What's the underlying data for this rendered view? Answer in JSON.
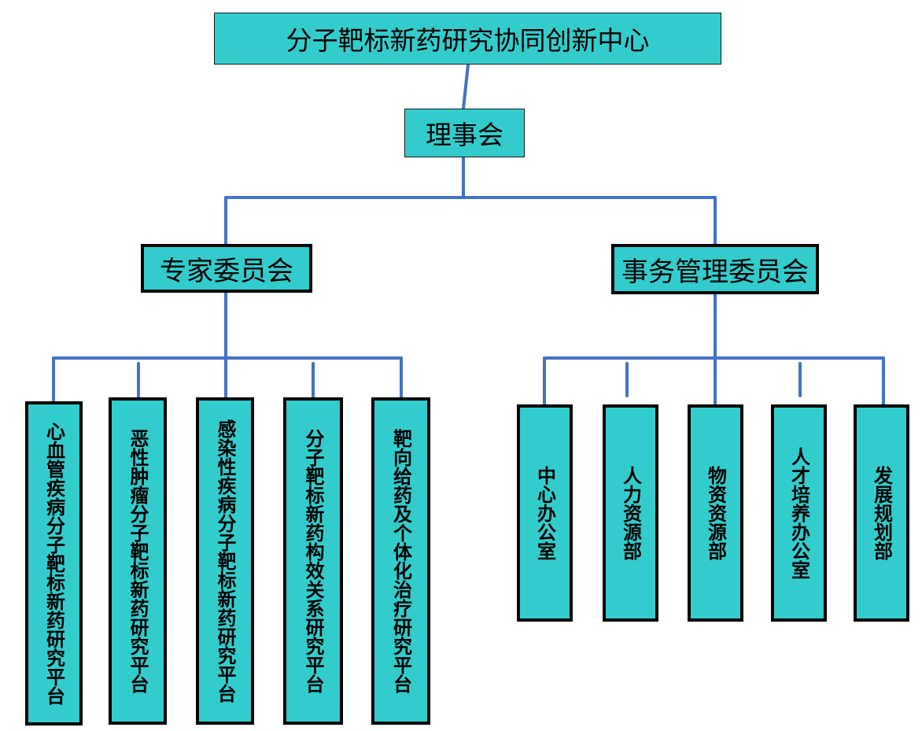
{
  "center": {
    "title": "分子靶标新药研究协同创新中心"
  },
  "board": {
    "label": "理事会"
  },
  "committees": {
    "expert": {
      "label": "专家委员会"
    },
    "affairs": {
      "label": "事务管理委员会"
    }
  },
  "platforms": [
    {
      "label": "心血管疾病分子靶标新药研究平台"
    },
    {
      "label": "恶性肿瘤分子靶标新药研究平台"
    },
    {
      "label": "感染性疾病分子靶标新药研究平台"
    },
    {
      "label": "分子靶标新药构效关系研究平台"
    },
    {
      "label": "靶向给药及个体化治疗研究平台"
    }
  ],
  "offices": [
    {
      "label": "中心办公室"
    },
    {
      "label": "人力资源部"
    },
    {
      "label": "物资资源部"
    },
    {
      "label": "人才培养办公室"
    },
    {
      "label": "发展规划部"
    }
  ],
  "colors": {
    "box_fill": "#33CCCC",
    "connector": "#4472C4",
    "border": "#000000"
  }
}
